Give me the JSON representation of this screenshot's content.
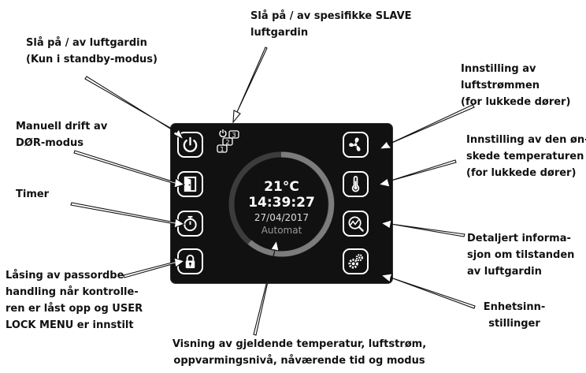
{
  "labels": {
    "power": [
      "Slå på / av luftgardin",
      "(Kun i standby-modus)"
    ],
    "slave": [
      "Slå på / av spesifikke SLAVE",
      "luftgardin"
    ],
    "manual": [
      "Manuell drift av",
      "DØR-modus"
    ],
    "timer": [
      "Timer"
    ],
    "lock": [
      "Låsing av passordbe-",
      "handling når kontrolle-",
      "ren er låst opp og USER",
      "LOCK MENU er innstilt"
    ],
    "bottom": [
      "Visning av gjeldende temperatur, luftstrøm,",
      "oppvarmingsnivå, nåværende tid og modus"
    ],
    "airflow": [
      "Innstilling av",
      "luftstrømmen",
      "(for lukkede dører)"
    ],
    "temperature": [
      "Innstilling av den øn-",
      "skede temperaturen",
      "(for lukkede dører)"
    ],
    "detail": [
      "Detaljert informa-",
      "sjon om tilstanden",
      "av luftgardin"
    ],
    "settings": [
      "Enhetsinn-",
      "stillinger"
    ]
  },
  "display": {
    "temp": "21°C",
    "clock": "14:39:27",
    "date": "27/04/2017",
    "mode": "Automat"
  },
  "slave_icon": {
    "digits": [
      "3",
      "2",
      "1"
    ]
  },
  "buttons_left": [
    "power-icon",
    "door-icon",
    "timer-icon",
    "lock-icon"
  ],
  "buttons_right": [
    "fan-icon",
    "thermometer-icon",
    "chart-magnifier-icon",
    "gears-icon"
  ],
  "colors": {
    "screen": "#111111",
    "ring": "#4a4a4a",
    "ring_active": "#8a8a8a"
  }
}
